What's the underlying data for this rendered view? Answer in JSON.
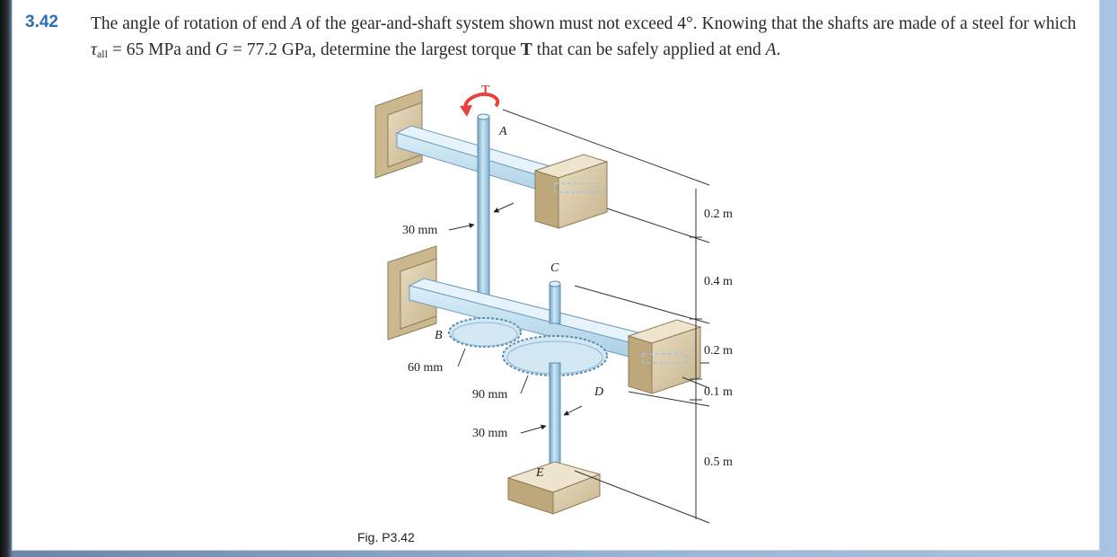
{
  "problem": {
    "number": "3.42",
    "text_1": "The angle of rotation of end ",
    "end_a": "A",
    "text_2": " of the gear-and-shaft system shown must not exceed 4°. Knowing that the shafts are made of a steel for which ",
    "tau_symbol": "τ",
    "tau_sub": "all",
    "text_3": " = 65 MPa and ",
    "g_symbol": "G",
    "text_4": " = 77.2 GPa, determine the largest torque ",
    "torque_symbol": "T",
    "text_5": " that can be safely applied at end ",
    "end_a2": "A",
    "text_6": "."
  },
  "figure": {
    "caption": "Fig. P3.42",
    "labels": {
      "torque": "T",
      "point_a": "A",
      "point_b": "B",
      "point_c": "C",
      "point_d": "D",
      "point_e": "E",
      "diam_ab": "30 mm",
      "radius_b": "60 mm",
      "radius_c": "90 mm",
      "diam_de": "30 mm"
    },
    "dimensions": [
      "0.2 m",
      "0.4 m",
      "0.2 m",
      "0.1 m",
      "0.5 m"
    ],
    "colors": {
      "shaft": "#9ec7e0",
      "bracket": "#c8e0ee",
      "support": "#d8c7a3",
      "torque_arrow": "#e8423f",
      "problem_number": "#2c6fb3"
    }
  }
}
